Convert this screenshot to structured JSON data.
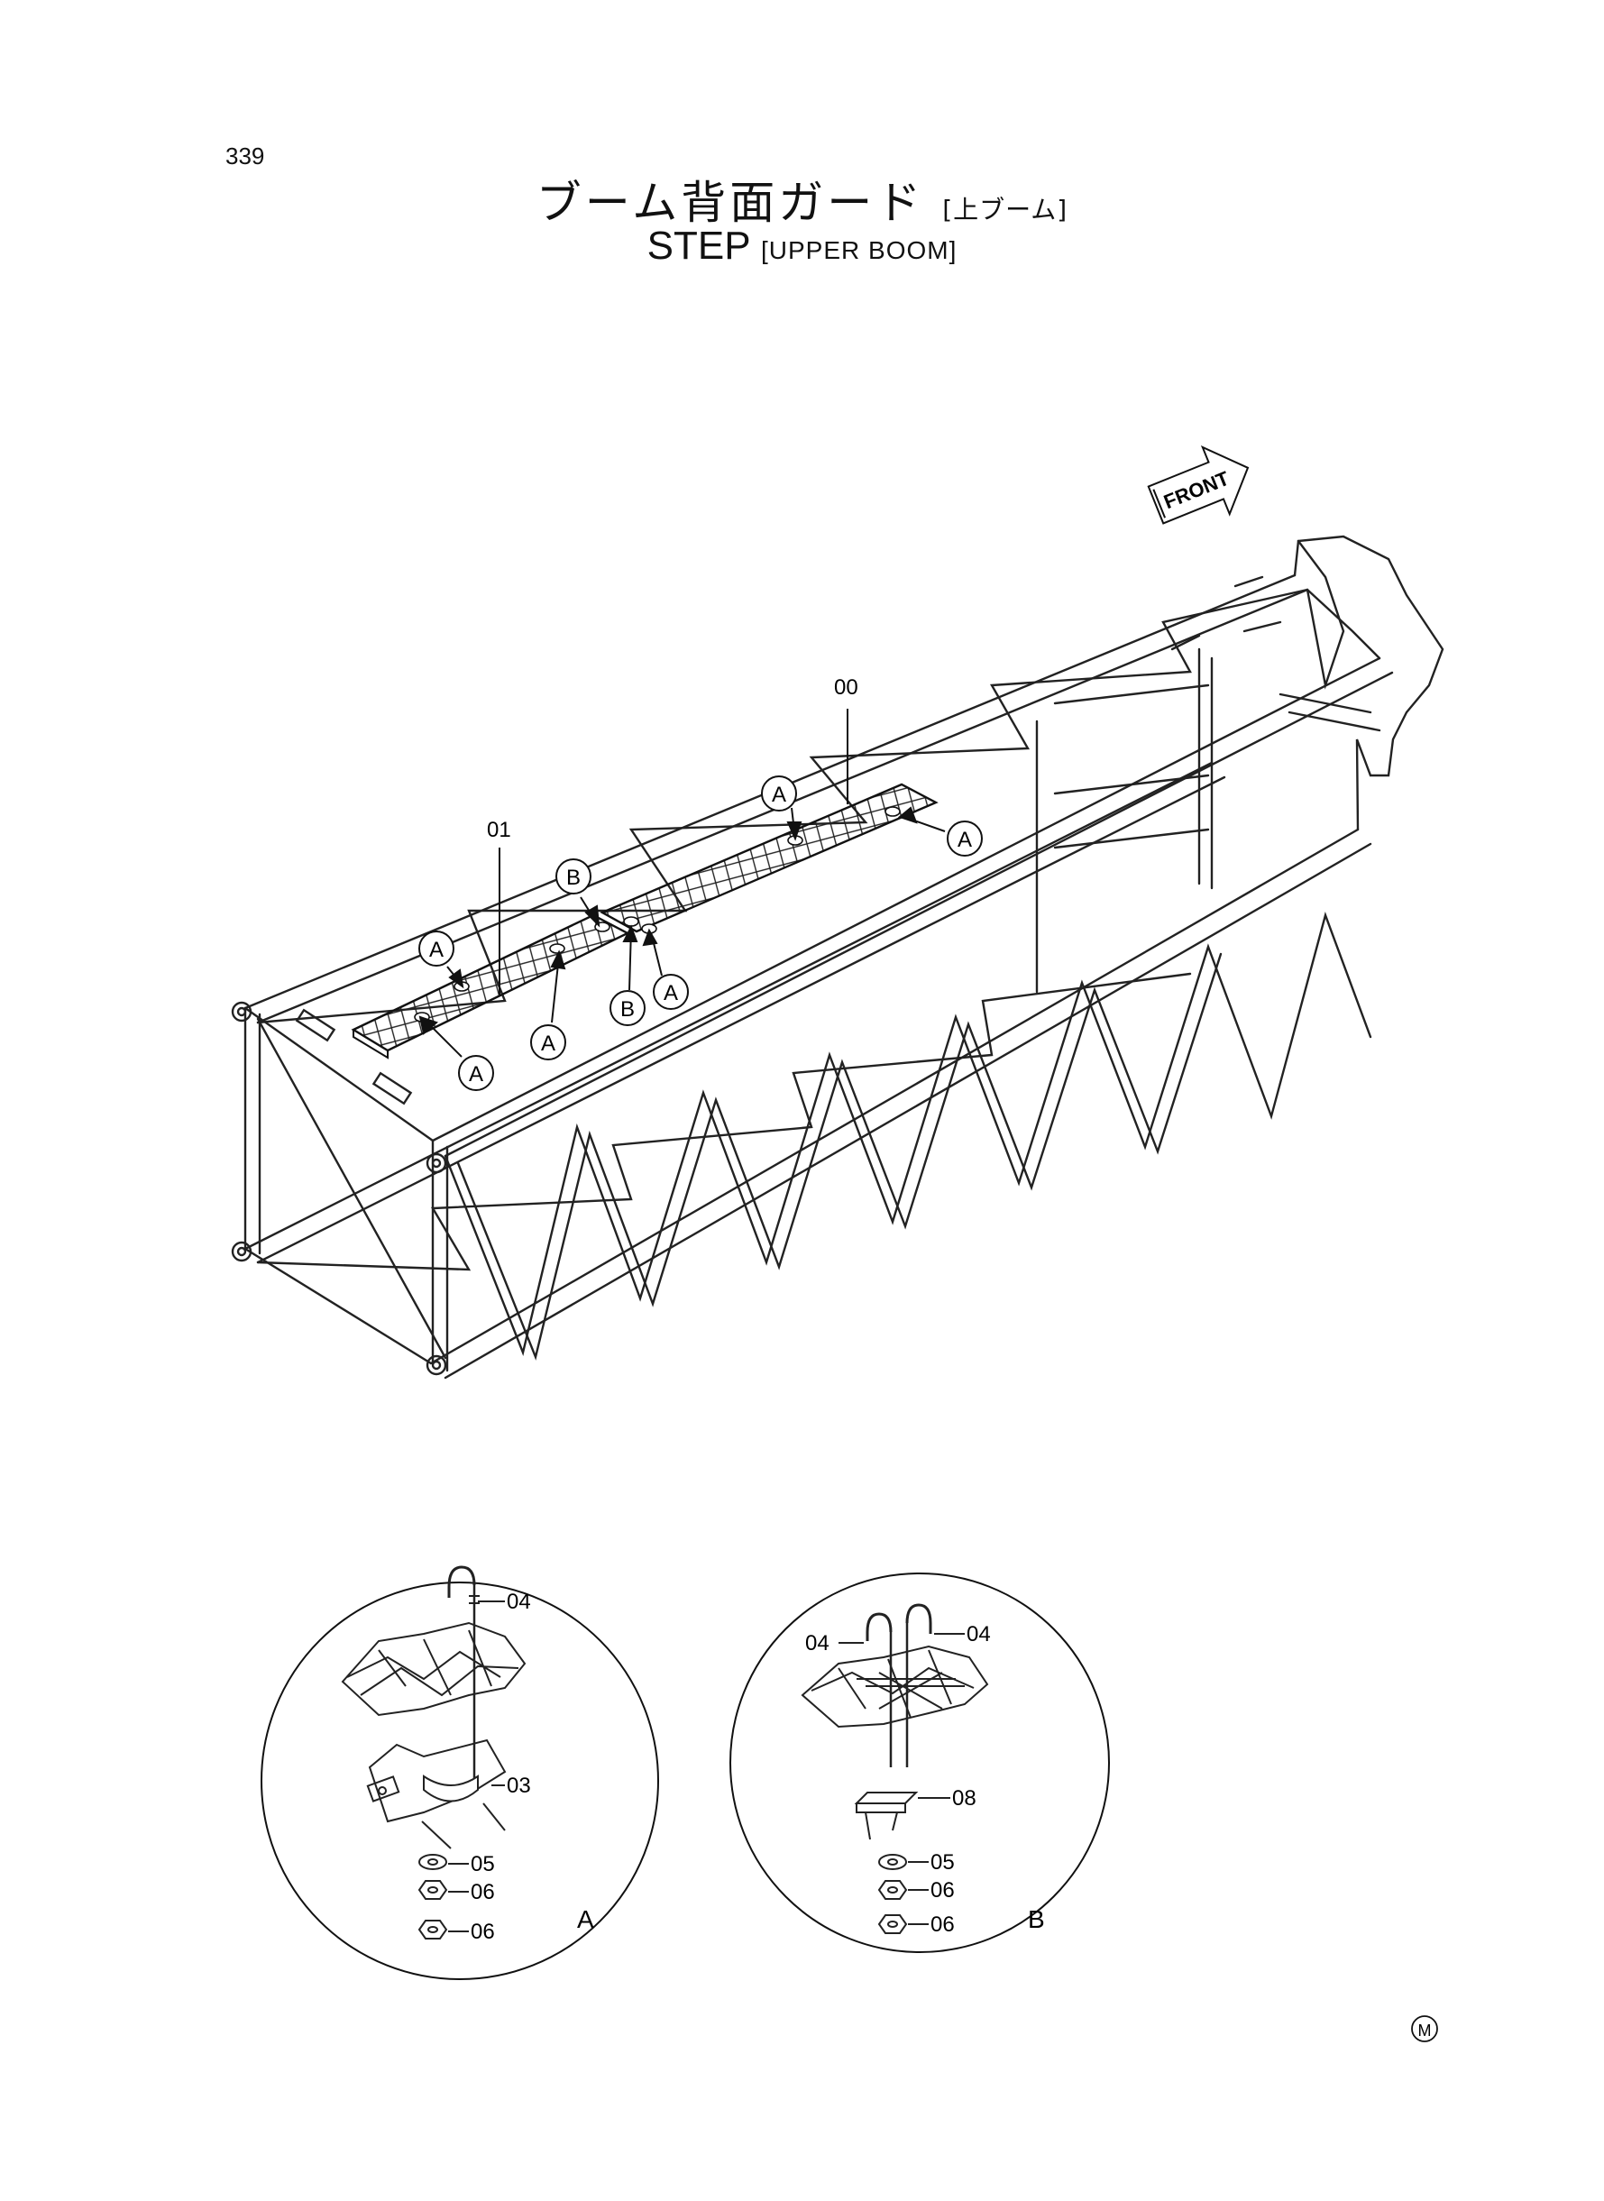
{
  "page": {
    "number": "339"
  },
  "title": {
    "jp_main": "ブーム背面ガード",
    "jp_sub": "[上ブーム]",
    "en_main": "STEP",
    "en_sub": "[UPPER BOOM]"
  },
  "front_arrow": {
    "label": "FRONT"
  },
  "callouts": {
    "main": [
      {
        "letter": "A"
      },
      {
        "letter": "A"
      },
      {
        "letter": "B"
      },
      {
        "letter": "A"
      },
      {
        "letter": "B"
      },
      {
        "letter": "A"
      },
      {
        "letter": "A"
      },
      {
        "letter": "A"
      }
    ],
    "parts": {
      "step_plate": "00",
      "step_plate_rear": "01"
    }
  },
  "detail_a": {
    "label": "A",
    "parts": {
      "u_bolt": "04",
      "clamp": "03",
      "washer": "05",
      "nut_upper": "06",
      "nut_lower": "06"
    }
  },
  "detail_b": {
    "label": "B",
    "parts": {
      "u_bolt_left": "04",
      "u_bolt_right": "04",
      "plate": "08",
      "washer": "05",
      "nut_upper": "06",
      "nut_lower": "06"
    }
  },
  "mark": {
    "symbol": "M"
  }
}
